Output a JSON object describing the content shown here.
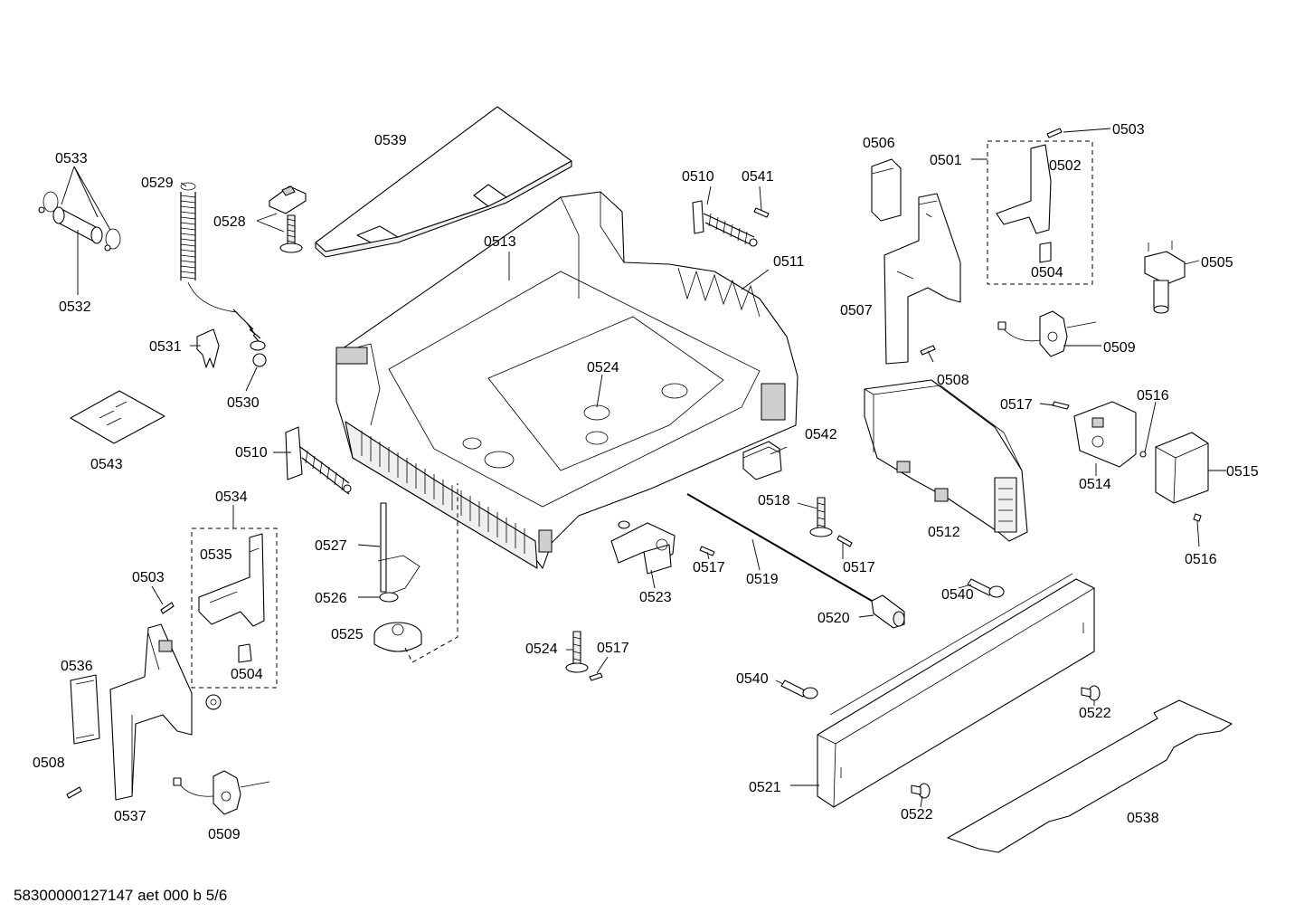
{
  "footer": {
    "code": "58300000127147 aet 000 b 5/6"
  },
  "labels": {
    "l0539": "0539",
    "l0533": "0533",
    "l0529": "0529",
    "l0528": "0528",
    "l0532": "0532",
    "l0513": "0513",
    "l0510a": "0510",
    "l0541": "0541",
    "l0511": "0511",
    "l0531": "0531",
    "l0530": "0530",
    "l0524a": "0524",
    "l0543": "0543",
    "l0510b": "0510",
    "l0534": "0534",
    "l0535": "0535",
    "l0503a": "0503",
    "l0527": "0527",
    "l0526": "0526",
    "l0525": "0525",
    "l0504a": "0504",
    "l0536": "0536",
    "l0508a": "0508",
    "l0537": "0537",
    "l0509a": "0509",
    "l0524b": "0524",
    "l0517a": "0517",
    "l0523": "0523",
    "l0517b": "0517",
    "l0519": "0519",
    "l0517c": "0517",
    "l0518": "0518",
    "l0542": "0542",
    "l0520": "0520",
    "l0540a": "0540",
    "l0540b": "0540",
    "l0521": "0521",
    "l0522a": "0522",
    "l0522b": "0522",
    "l0538": "0538",
    "l0506": "0506",
    "l0501": "0501",
    "l0503b": "0503",
    "l0502": "0502",
    "l0504b": "0504",
    "l0505": "0505",
    "l0507": "0507",
    "l0508b": "0508",
    "l0509b": "0509",
    "l0517d": "0517",
    "l0516a": "0516",
    "l0512": "0512",
    "l0514": "0514",
    "l0515": "0515",
    "l0516b": "0516"
  }
}
